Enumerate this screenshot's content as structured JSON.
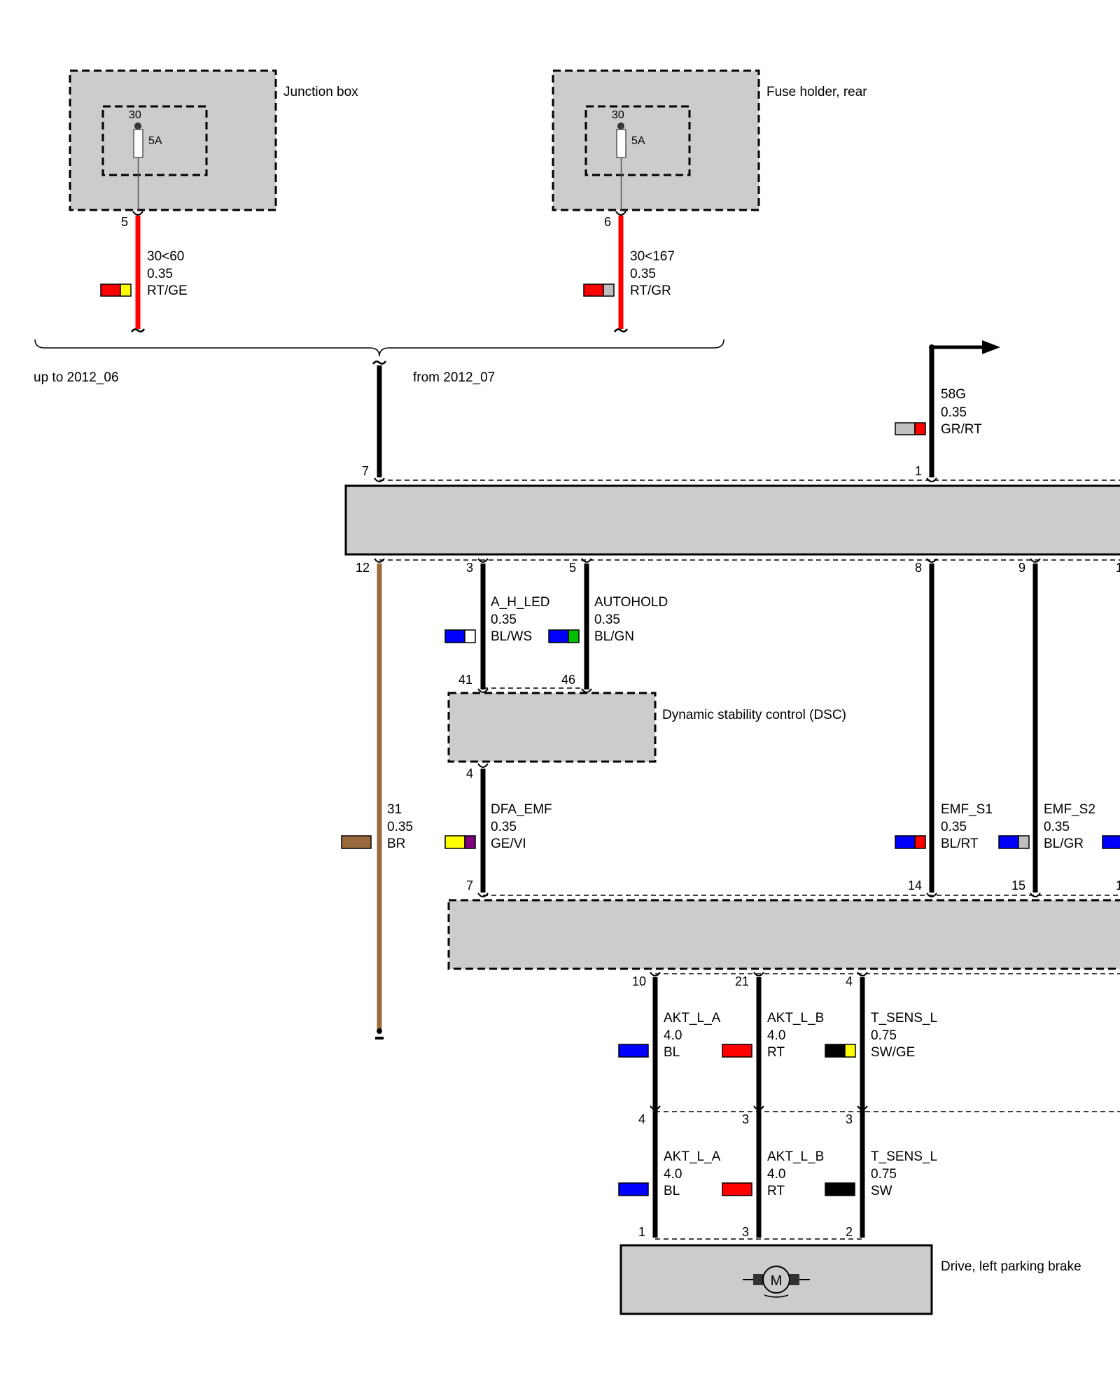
{
  "components": {
    "junction_box": {
      "label": "Junction box",
      "terminal": "30",
      "fuse": "5A",
      "pin": "5"
    },
    "fuse_holder_rear": {
      "label": "Fuse holder, rear",
      "terminal": "30",
      "fuse": "5A",
      "pin": "6"
    },
    "dsc": {
      "label": "Dynamic stability control (DSC)"
    },
    "drive_left_parking_brake": {
      "label": "Drive, left parking brake"
    }
  },
  "variants": {
    "left": "up to 2012_06",
    "right": "from 2012_07"
  },
  "wires": {
    "jb": {
      "sig": "30<60",
      "size": "0.35",
      "color": "RT/GE"
    },
    "fh": {
      "sig": "30<167",
      "size": "0.35",
      "color": "RT/GR"
    },
    "g58": {
      "sig": "58G",
      "size": "0.35",
      "color": "GR/RT"
    },
    "ahled": {
      "sig": "A_H_LED",
      "size": "0.35",
      "color": "BL/WS"
    },
    "autohold": {
      "sig": "AUTOHOLD",
      "size": "0.35",
      "color": "BL/GN"
    },
    "gnd": {
      "sig": "31",
      "size": "0.35",
      "color": "BR"
    },
    "dfa": {
      "sig": "DFA_EMF",
      "size": "0.35",
      "color": "GE/VI"
    },
    "emf1": {
      "sig": "EMF_S1",
      "size": "0.35",
      "color": "BL/RT"
    },
    "emf2": {
      "sig": "EMF_S2",
      "size": "0.35",
      "color": "BL/GR"
    },
    "akta_u": {
      "sig": "AKT_L_A",
      "size": "4.0",
      "color": "BL"
    },
    "aktb_u": {
      "sig": "AKT_L_B",
      "size": "4.0",
      "color": "RT"
    },
    "tsens_u": {
      "sig": "T_SENS_L",
      "size": "0.75",
      "color": "SW/GE"
    },
    "akta_l": {
      "sig": "AKT_L_A",
      "size": "4.0",
      "color": "BL"
    },
    "aktb_l": {
      "sig": "AKT_L_B",
      "size": "4.0",
      "color": "RT"
    },
    "tsens_l": {
      "sig": "T_SENS_L",
      "size": "0.75",
      "color": "SW"
    }
  },
  "pins": {
    "ctrl_7": "7",
    "ctrl_1": "1",
    "ctrl_12": "12",
    "ctrl_3": "3",
    "ctrl_5": "5",
    "ctrl_8": "8",
    "ctrl_9": "9",
    "ctrl_1b": "1",
    "dsc_41": "41",
    "dsc_46": "46",
    "dsc_4": "4",
    "m2_7": "7",
    "m2_14": "14",
    "m2_15": "15",
    "m2_1": "1",
    "m2_10": "10",
    "m2_21": "21",
    "m2_4": "4",
    "c_4": "4",
    "c_3a": "3",
    "c_3b": "3",
    "d_1": "1",
    "d_3": "3",
    "d_2": "2"
  },
  "motor_symbol": "M",
  "colors": {
    "RT": "#ff0000",
    "GE": "#ffff00",
    "GR": "#bfbfbf",
    "BL": "#0000ff",
    "WS": "#ffffff",
    "GN": "#00c000",
    "BR": "#9a6a3c",
    "VI": "#800080",
    "SW": "#000000",
    "box_fill": "#cccccc",
    "wire_red": "#ff0000",
    "wire_brown": "#9a6a3c"
  }
}
